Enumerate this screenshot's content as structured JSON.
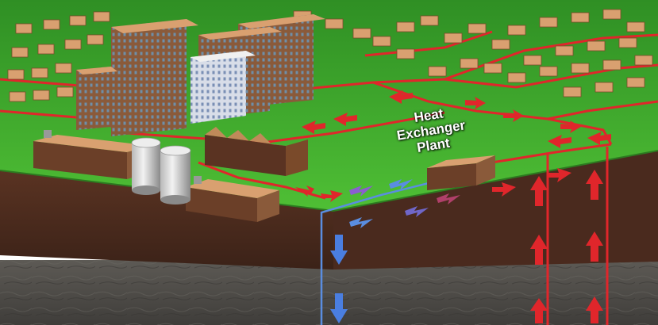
{
  "diagram": {
    "plant_label_lines": [
      "Heat",
      "Exchanger",
      "Plant"
    ],
    "colors": {
      "grass": "#3fae2c",
      "soil": "#4a2a1e",
      "rock": "#55524d",
      "hot_pipe": "#e0262b",
      "cold_pipe": "#5a8de0",
      "building_roof": "#d9a070",
      "building_wall": "#8a5a3a"
    }
  }
}
